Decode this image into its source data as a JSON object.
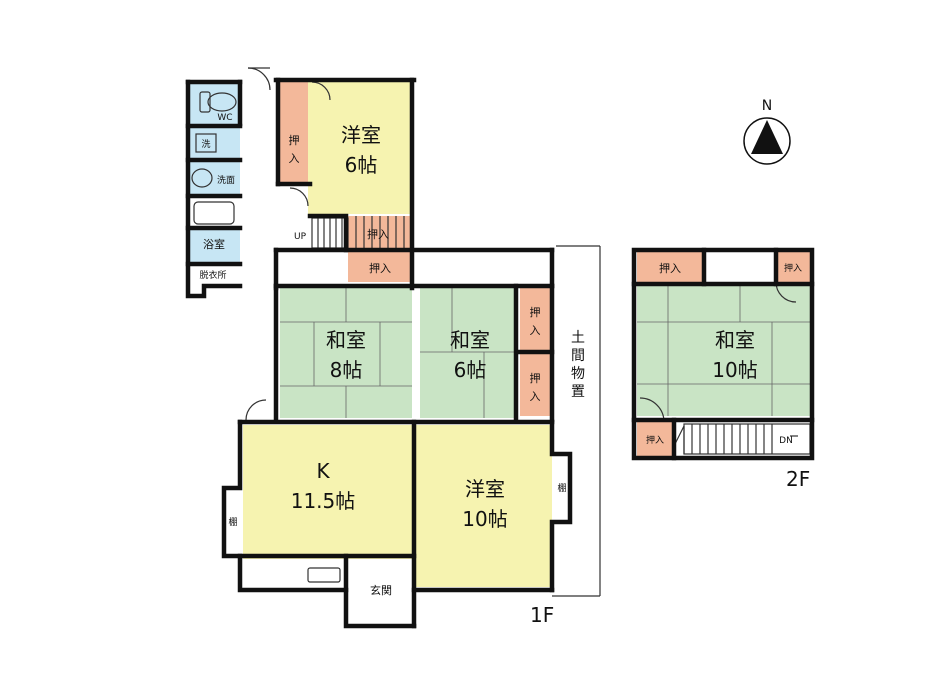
{
  "compass": {
    "label": "N"
  },
  "floor1": {
    "label": "1F",
    "rooms": {
      "youshitsu_6": {
        "name": "洋室",
        "size": "6帖"
      },
      "washitsu_8": {
        "name": "和室",
        "size": "8帖"
      },
      "washitsu_6": {
        "name": "和室",
        "size": "6帖"
      },
      "kitchen": {
        "name": "K",
        "size": "11.5帖"
      },
      "youshitsu_10": {
        "name": "洋室",
        "size": "10帖"
      }
    },
    "closet_label": "押入",
    "closet_v1": "押",
    "closet_v2": "入",
    "wc": "WC",
    "sentaku": "洗",
    "senmen": "洗面",
    "yokushitsu": "浴室",
    "datsuijo": "脱衣所",
    "up": "UP",
    "genkan": "玄関",
    "doma": [
      "土",
      "間",
      "物",
      "置"
    ],
    "tana": "棚"
  },
  "floor2": {
    "label": "2F",
    "room": {
      "name": "和室",
      "size": "10帖"
    },
    "closet_label": "押入",
    "dn": "DN"
  },
  "colors": {
    "tatami": "#c9e4c5",
    "western_room": "#f6f3b0",
    "closet": "#f3b89a",
    "wet_area": "#c7e6f4",
    "wall": "#111111"
  }
}
